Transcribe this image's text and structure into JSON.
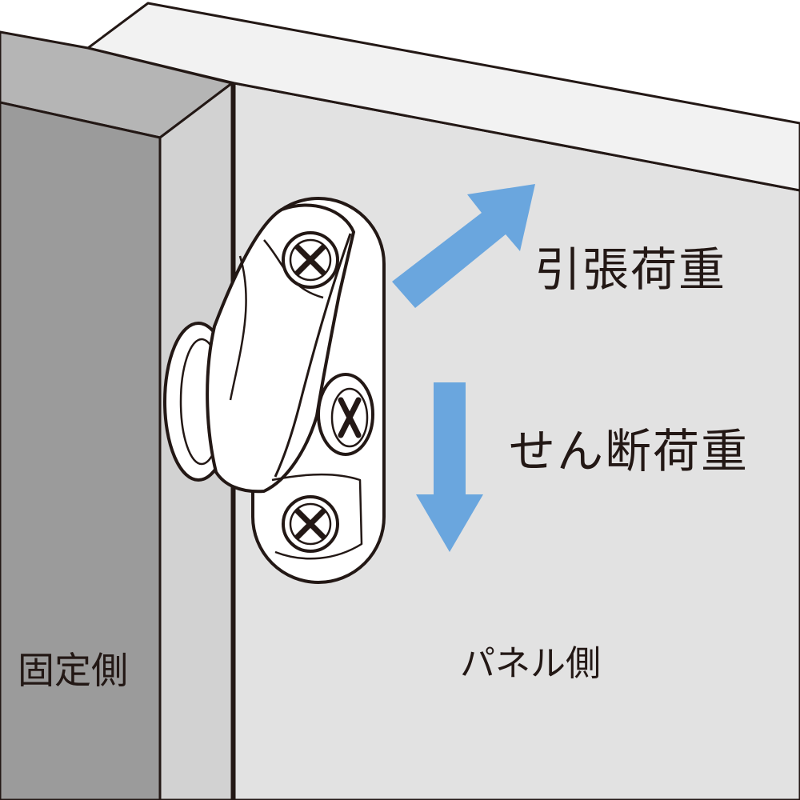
{
  "labels": {
    "tension": "引張荷重",
    "shear": "せん断荷重",
    "fixed_side": "固定側",
    "panel_side": "パネル側"
  },
  "colors": {
    "arrow": "#6aa6de",
    "fixed_front": "#9b9b9b",
    "fixed_side_face": "#d2d2d2",
    "fixed_top": "#b5b5b5",
    "panel_face": "#e2e2e2",
    "panel_top": "#f2f2f2",
    "fitting": "#ffffff",
    "ink": "#231815"
  },
  "icons": [
    "phillips-screw-icon",
    "phillips-screw-icon",
    "phillips-screw-icon"
  ]
}
